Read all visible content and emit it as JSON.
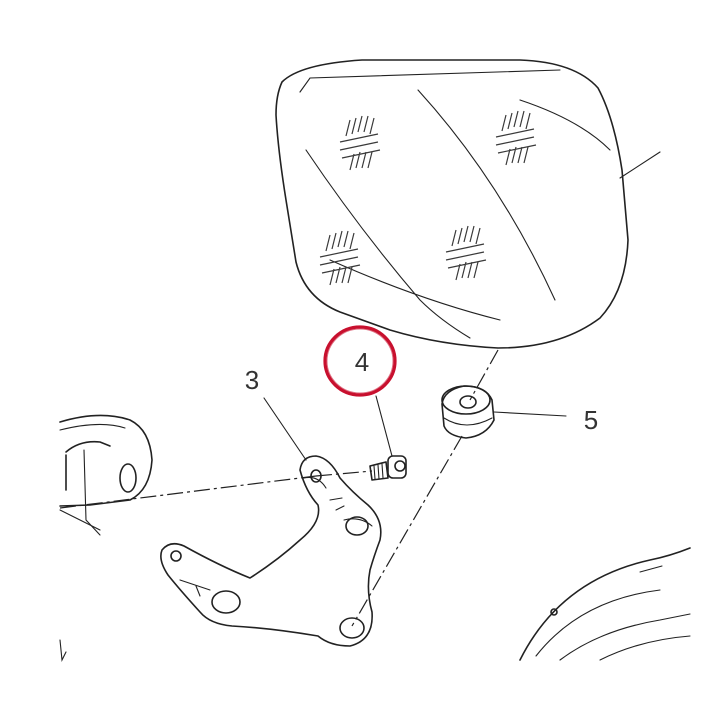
{
  "callouts": [
    {
      "label": "3",
      "part": "bracket"
    },
    {
      "label": "4",
      "part": "screw",
      "highlighted": true
    },
    {
      "label": "5",
      "part": "rubber-grommet"
    }
  ],
  "colors": {
    "seat_fill": "#6b6b6b",
    "line": "#222222",
    "highlight_ring": "#c8102e",
    "label_text": "#333333"
  }
}
